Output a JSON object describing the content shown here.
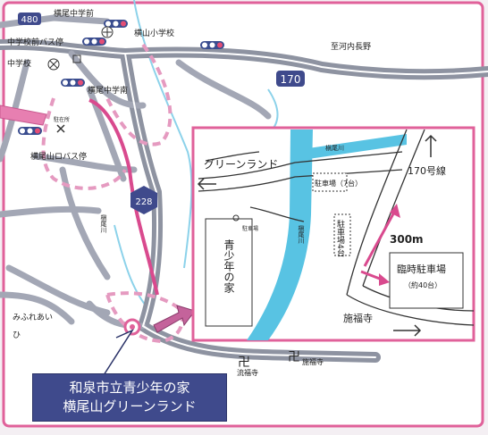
{
  "overview": {
    "route_badges": [
      "480",
      "170",
      "228"
    ],
    "place_labels": {
      "yokoo_jh": "横尾中学前",
      "yokoyama_es": "横山小学校",
      "jh_bus_stop": "中学校前バス停",
      "jh": "中学校",
      "yokoo_jh_south": "横尾中学南",
      "chikawa_nagano": "至河内長野",
      "police_box": "駐在所",
      "yokooyama_bus": "横尾山ロバス停",
      "makio_river": "槇尾川",
      "fureai": "みふれあい",
      "hi": "ひ",
      "ryufukuji": "流福寺",
      "sefukuji_small": "施福寺"
    }
  },
  "inset": {
    "labels": {
      "green_land": "グリーンランド",
      "makio_river_top": "槇尾川",
      "makio_river_mid": "槇尾川",
      "parking_7": "駐車場（7台）",
      "route_170": "170号線",
      "parking_small": "駐車場",
      "parking_4": "駐車場4台",
      "youth_house": "青少年の家",
      "distance": "300m",
      "temp_parking": "臨時駐車場",
      "temp_parking_count": "（約40台）",
      "sefukuji": "施福寺"
    }
  },
  "callout": {
    "line1": "和泉市立青少年の家",
    "line2": "横尾山グリーンランド"
  },
  "colors": {
    "frame": "#e0619a",
    "road": "#8e93a1",
    "river": "#58c3e3",
    "callout_bg": "#3f4a8c",
    "route_arrow": "#e0619a"
  }
}
